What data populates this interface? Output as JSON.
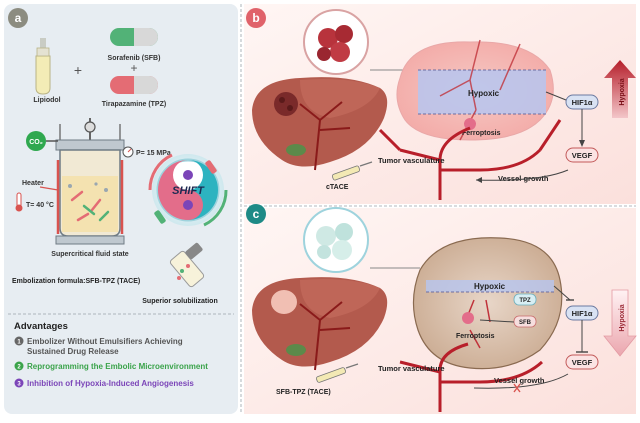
{
  "panel_a": {
    "badge": "a",
    "lipiodol": "Lipiodol",
    "sorafenib": "Sorafenib (SFB)",
    "tirapazamine": "Tirapazamine (TPZ)",
    "plus": "+",
    "co2": "CO₂",
    "pressure": "P= 15 MPa",
    "heater": "Heater",
    "temperature": "T= 40 °C",
    "shift": "SHIFT",
    "scf_state": "Supercritical fluid state",
    "embolization": "Embolization formula:SFB-TPZ (TACE)",
    "solubilization": "Superior solubilization",
    "advantages_title": "Advantages",
    "advantages": [
      {
        "num": "1",
        "text": "Embolizer Without Emulsifiers Achieving",
        "text2": "Sustained Drug Release",
        "color": "#555555"
      },
      {
        "num": "2",
        "text": "Reprogramming the Embolic Microenvironment",
        "text2": "",
        "color": "#3aa34a"
      },
      {
        "num": "3",
        "text": "Inhibition of Hypoxia-Induced Angiogenesis",
        "text2": "",
        "color": "#7b45b8"
      }
    ]
  },
  "panel_b": {
    "badge": "b",
    "hypoxic": "Hypoxic",
    "ferroptosis": "Ferroptosis",
    "hif": "HIF1α",
    "vegf": "VEGF",
    "vessel_growth": "Vessel growth",
    "tumor_vasculature": "Tumor vasculature",
    "ctace": "cTACE",
    "hypoxia": "Hypoxia"
  },
  "panel_c": {
    "badge": "c",
    "hypoxic": "Hypoxic",
    "tpz": "TPZ",
    "sfb": "SFB",
    "ferroptosis": "Ferroptosis",
    "hif": "HIF1α",
    "vegf": "VEGF",
    "vessel_growth": "Vessel growth",
    "tumor_vasculature": "Tumor vasculature",
    "sfb_tpz": "SFB-TPZ (TACE)",
    "hypoxia": "Hypoxia"
  },
  "colors": {
    "panel_a_bg": "#e7edf2",
    "panel_b_bg": "#fdecea",
    "badge_a": "#8c8c80",
    "badge_b": "#e0626a",
    "badge_c": "#1e8a86",
    "hypoxia_up": "#b51e2a",
    "hypoxia_down": "#f0b7bd"
  }
}
